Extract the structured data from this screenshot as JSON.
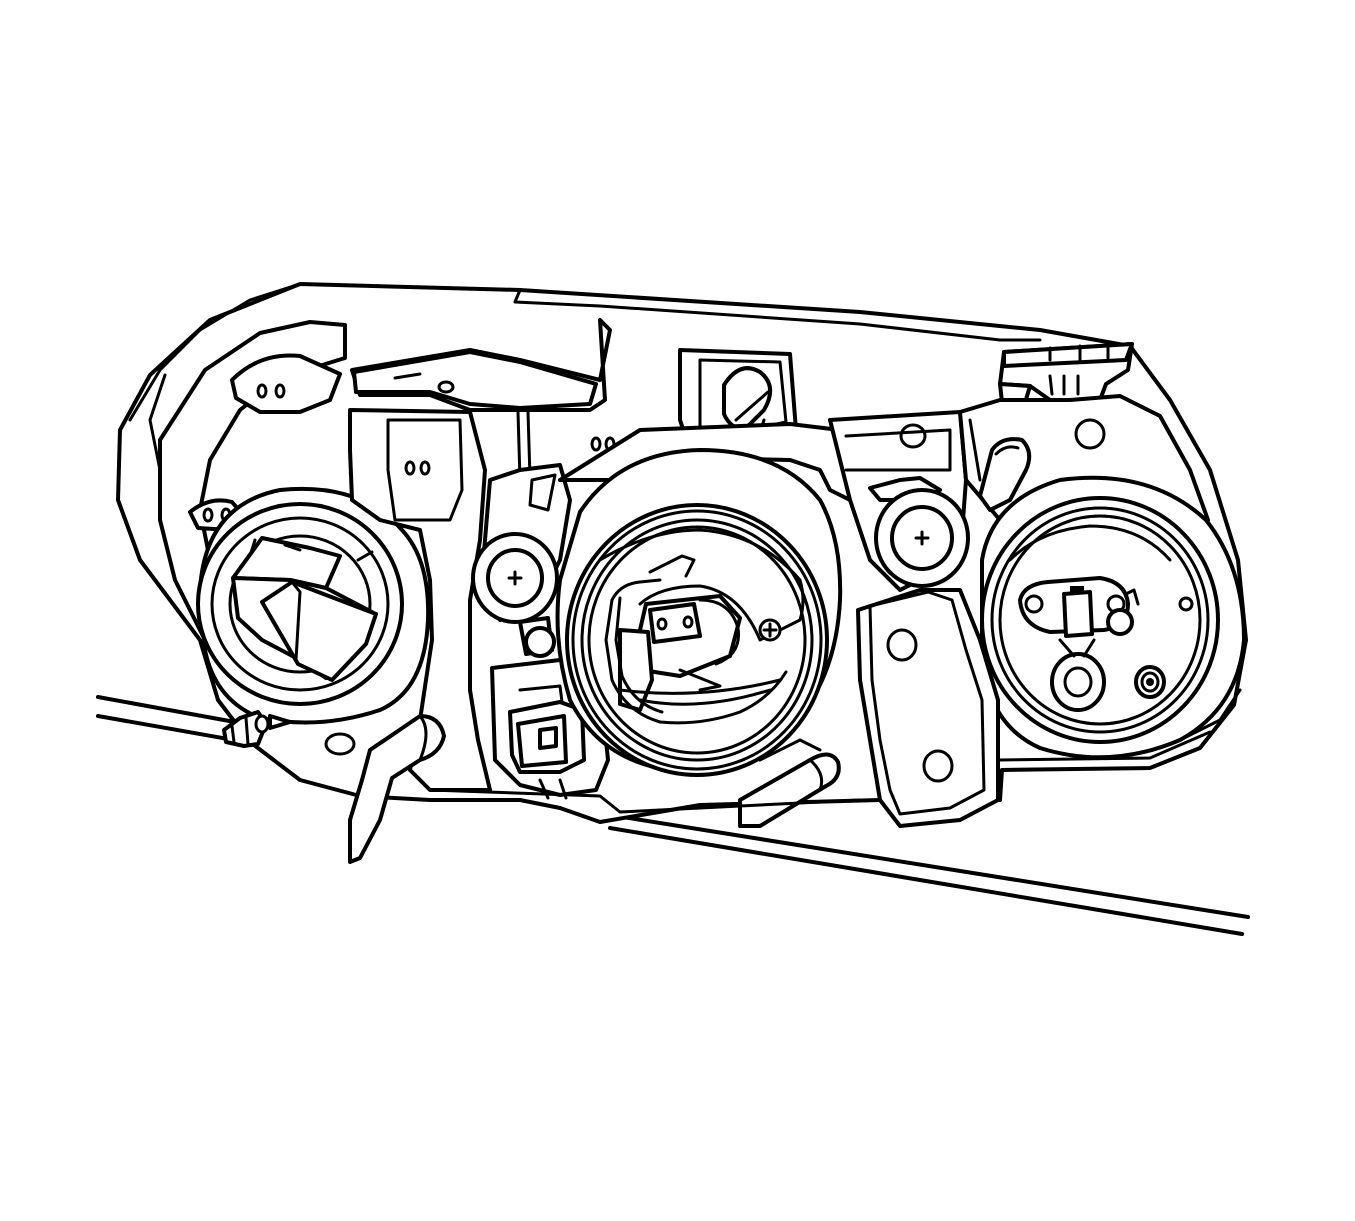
{
  "figure": {
    "background": "#ffffff",
    "line_color": "#000000",
    "components": [
      "headlamp-housing",
      "outer-bezel",
      "left-bulb-socket",
      "left-bulb-connector",
      "center-bulb-socket",
      "center-bulb",
      "retaining-spring-clip",
      "right-bulb-socket",
      "right-bulb",
      "adjuster-screw-left",
      "adjuster-screw-right",
      "top-mounting-tab-left",
      "top-mounting-tab-right",
      "lower-mounting-bracket",
      "wiring-connector",
      "vent-tube-left",
      "vent-tube-right",
      "aim-adjuster-knob",
      "mounting-bolt",
      "vehicle-panel-edge"
    ]
  }
}
